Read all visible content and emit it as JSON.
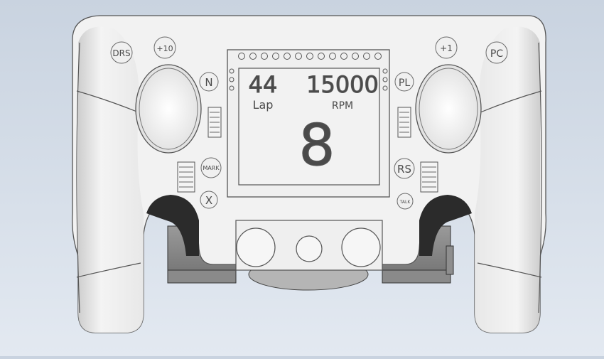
{
  "wheel": {
    "buttons": {
      "drs": "DRS",
      "plus10": "+10",
      "plus1": "+1",
      "pc": "PC",
      "n": "N",
      "pl": "PL",
      "mark": "MARK",
      "rs": "RS",
      "x": "X",
      "talk": "TALK"
    },
    "display": {
      "lap_value": "44",
      "lap_label": "Lap",
      "rpm_value": "15000",
      "rpm_label": "RPM",
      "gear": "8"
    }
  },
  "colors": {
    "background": "#d3dce8",
    "body": "#f2f2f2",
    "outline": "#555555",
    "shadow": "#2a2a2a"
  }
}
